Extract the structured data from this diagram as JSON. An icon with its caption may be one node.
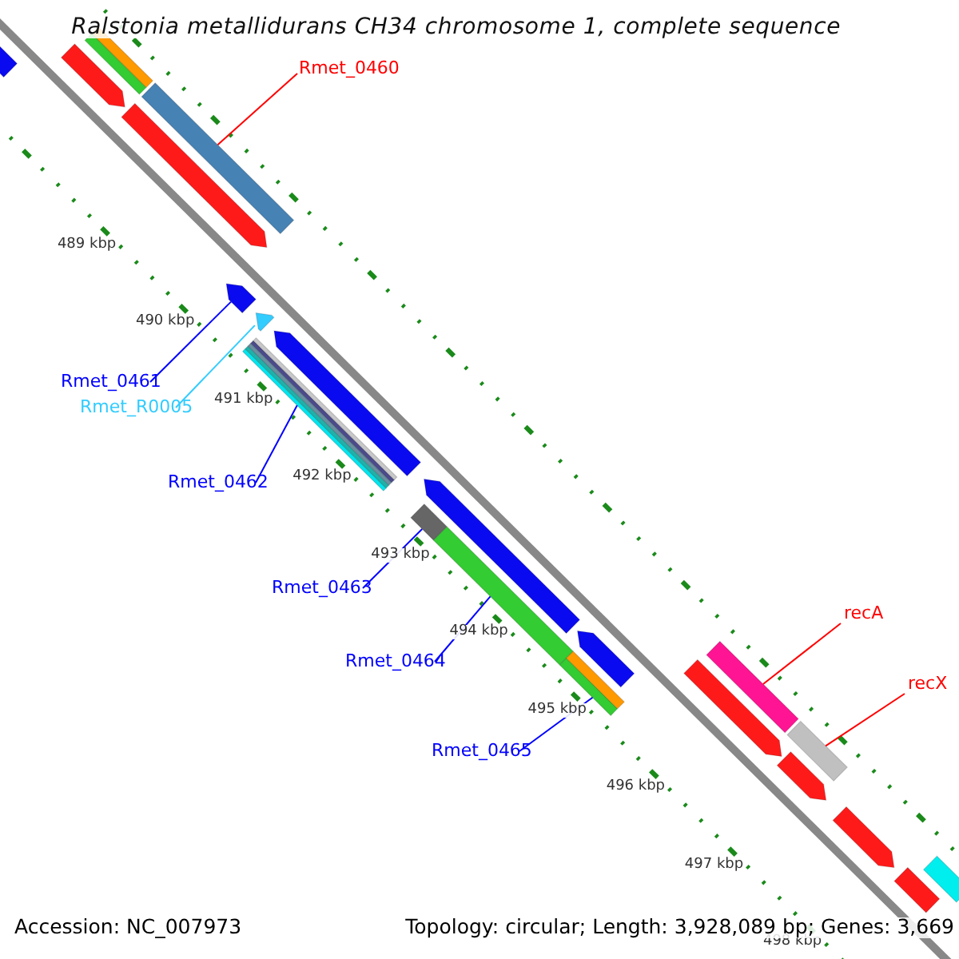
{
  "diagram": {
    "title": "Ralstonia metallidurans CH34 chromosome 1, complete sequence",
    "nodes": [
      {
        "text": [
          "Rmet_0460"
        ]
      },
      {
        "text": [
          "Rmet_0461"
        ]
      },
      {
        "text": [
          "Rmet_R0005"
        ]
      },
      {
        "text": [
          "Rmet_0462"
        ]
      },
      {
        "text": [
          "Rmet_0463"
        ]
      },
      {
        "text": [
          "Rmet_0464"
        ]
      },
      {
        "text": [
          "Rmet_0465"
        ]
      },
      {
        "text": [
          "recA"
        ]
      },
      {
        "text": [
          "recX"
        ]
      },
      {
        "text": [],
        "shape": "bar"
      },
      {
        "text": [],
        "shape": "bar"
      },
      {
        "text": [],
        "shape": "bar"
      },
      {
        "text": [],
        "shape": "bar"
      },
      {
        "text": [],
        "shape": "bar"
      },
      {
        "text": [],
        "shape": "bar"
      },
      {
        "text": [],
        "shape": "bar"
      },
      {
        "text": [],
        "shape": "bar"
      },
      {
        "text": [],
        "shape": "bar"
      },
      {
        "text": [],
        "shape": "bar"
      },
      {
        "text": [],
        "shape": "bar"
      },
      {
        "text": [],
        "shape": "bar"
      },
      {
        "text": [],
        "shape": "bar"
      },
      {
        "text": [],
        "shape": "bar"
      },
      {
        "text": [],
        "shape": "bar"
      },
      {
        "text": [],
        "shape": "bar"
      },
      {
        "text": [],
        "shape": "bar"
      },
      {
        "text": [],
        "shape": "bar"
      },
      {
        "text": [],
        "shape": "bar"
      },
      {
        "text": [],
        "shape": "bar"
      },
      {
        "text": [],
        "shape": "bar"
      }
    ],
    "edges": [
      {
        "from": 0,
        "to": 13,
        "arrow": "none",
        "color": "#ff0000"
      },
      {
        "from": 1,
        "to": 14,
        "arrow": "none"
      },
      {
        "from": 2,
        "to": 15,
        "arrow": "none",
        "color": "#33ccff"
      },
      {
        "from": 3,
        "to": 17,
        "arrow": "none"
      },
      {
        "from": 4,
        "to": 18,
        "arrow": "none"
      },
      {
        "from": 5,
        "to": 20,
        "arrow": "none"
      },
      {
        "from": 6,
        "to": 22,
        "arrow": "none"
      },
      {
        "from": 7,
        "to": 24,
        "arrow": "none",
        "color": "#ff0000"
      },
      {
        "from": 8,
        "to": 26,
        "arrow": "none",
        "color": "#ff0000"
      }
    ],
    "labels": [
      "489 kbp",
      "490 kbp",
      "491 kbp",
      "492 kbp",
      "493 kbp",
      "494 kbp",
      "495 kbp",
      "496 kbp",
      "497 kbp",
      "498 kbp",
      "Accession: NC_007973",
      "Topology: circular; Length: 3,928,089 bp; Genes: 3,669"
    ]
  }
}
